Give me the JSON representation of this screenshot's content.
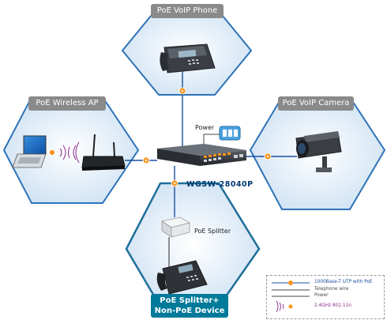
{
  "nodes": {
    "voip_phone": {
      "title": "PoE VoIP Phone"
    },
    "wireless_ap": {
      "title": "PoE Wireless AP"
    },
    "voip_camera": {
      "title": "PoE VoIP Camera"
    },
    "splitter_device": {
      "title_line1": "PoE Splitter+",
      "title_line2": "Non-PoE Device"
    }
  },
  "labels": {
    "power": "Power",
    "switch_model": "WGSW-28040P",
    "splitter": "PoE Splitter"
  },
  "legend": [
    {
      "text": "1000Base-T UTP with PoE",
      "color": "#1a4fa0"
    },
    {
      "text": "Telephone wire",
      "color": "#4a4a4a"
    },
    {
      "text": "Power",
      "color": "#4a4a4a"
    },
    {
      "text": "2.4GHz 802.11n",
      "color": "#8a2a8a"
    }
  ],
  "colors": {
    "hex_stroke": "#2e73b8",
    "hex_fill_light": "#f3f8fd",
    "hex_fill_dark": "#cfe2f3",
    "title_gray": "#8a8a8a",
    "title_teal": "#007a9a",
    "poe_dot": "#f7941d",
    "cable": "#1a4fa0"
  }
}
